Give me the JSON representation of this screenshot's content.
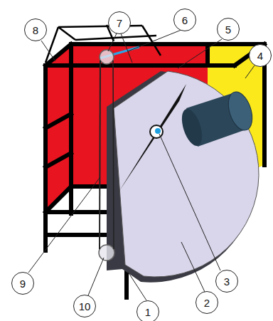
{
  "diagram": {
    "nodes": [
      {
        "text": [
          "8"
        ]
      },
      {
        "text": [
          "7"
        ]
      },
      {
        "text": [
          "6"
        ]
      },
      {
        "text": [
          "5"
        ]
      },
      {
        "text": [
          "4"
        ]
      },
      {
        "text": [
          "9"
        ]
      },
      {
        "text": [
          "10"
        ]
      },
      {
        "text": [
          "3"
        ]
      },
      {
        "text": [
          "2"
        ]
      },
      {
        "text": [
          "1"
        ]
      }
    ]
  }
}
